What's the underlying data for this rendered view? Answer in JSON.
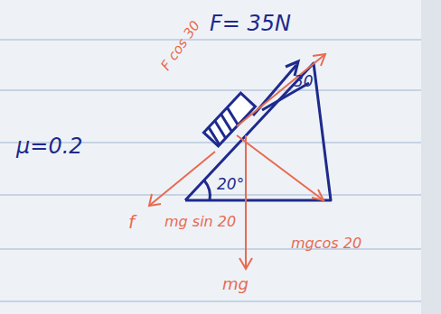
{
  "diagram": {
    "labels": [
      "F= 35N",
      "μ=0.2",
      "F cos 30",
      "30",
      "20°",
      "f",
      "mg sin 20",
      "mgcos 20",
      "mg"
    ]
  }
}
